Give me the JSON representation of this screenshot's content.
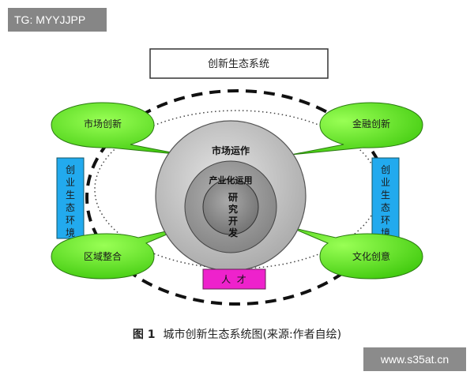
{
  "watermarks": {
    "top_left": "TG: MYYJJPP",
    "bottom_right": "www.s35at.cn"
  },
  "title_box": "创新生态系统",
  "bubbles": {
    "market_innovation": "市场创新",
    "finance_innovation": "金融创新",
    "regional_integration": "区域整合",
    "cultural_innovation": "文化创意"
  },
  "side_boxes": {
    "left": [
      "创",
      "业",
      "生",
      "态",
      "环",
      "境"
    ],
    "right": [
      "创",
      "业",
      "生",
      "态",
      "环",
      "境"
    ]
  },
  "core": {
    "outer": "市场运作",
    "middle": "产业化运用",
    "inner": [
      "研",
      "究",
      "开",
      "发"
    ]
  },
  "talent_box": "人  才",
  "caption": {
    "figure": "图 1",
    "text": "城市创新生态系统图(来源:作者自绘)"
  },
  "colors": {
    "bubble_green": "#66EE22",
    "side_blue": "#22AAEE",
    "talent_magenta": "#EE22CC"
  }
}
